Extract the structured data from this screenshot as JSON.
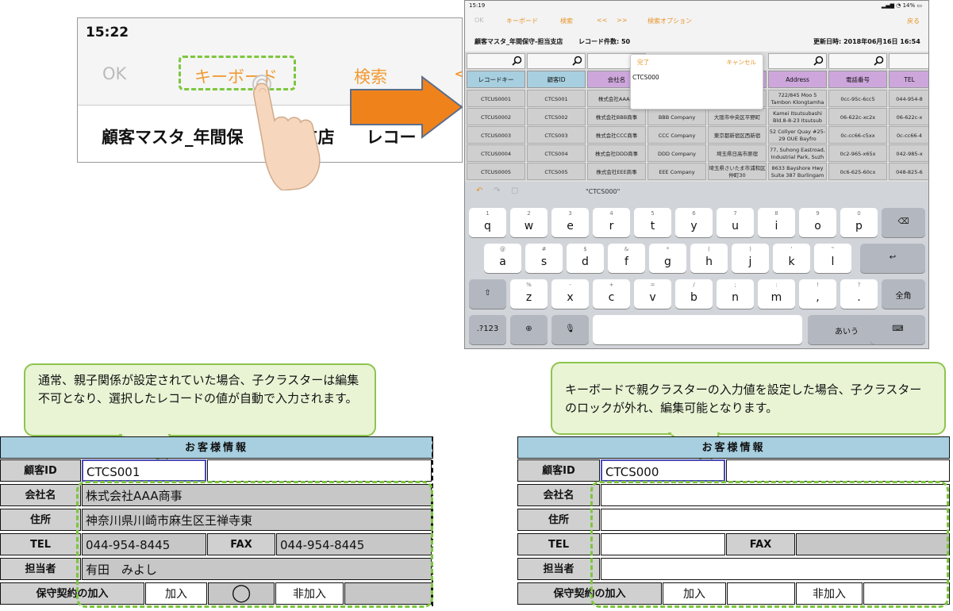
{
  "zoom": {
    "time": "15:22",
    "ok": "OK",
    "keyboard": "キーボード",
    "search": "検索",
    "partial_nav": "<",
    "title": "顧客マスタ_年間保",
    "title_tail": "当支店",
    "record_partial": "レコー"
  },
  "ipad": {
    "status_time": "15:19",
    "status_right": "14%",
    "nav": {
      "ok": "OK",
      "keyboard": "キーボード",
      "search": "検索",
      "prev": "<<",
      "next": ">>",
      "search_options": "検索オプション",
      "back": "戻る"
    },
    "header": {
      "title": "顧客マスタ_年間保守-担当支店",
      "record_count": "レコード件数: 50",
      "updated": "更新日時: 2018年06月16日 16:54"
    },
    "columns": [
      "レコードキー",
      "顧客ID",
      "会社名",
      "",
      "",
      "Address",
      "電話番号",
      "TEL"
    ],
    "rows": [
      [
        "CTCUS0001",
        "CTCS001",
        "株式会社AAA商",
        "",
        "",
        "722/845 Moo 5 Tambon Klongtamha",
        "0cc-95c-6cc5",
        "044-954-8"
      ],
      [
        "CTCUS0002",
        "CTCS002",
        "株式会社BBB商事",
        "BBB Company",
        "大阪市中央区平野町",
        "Kamei Itsutsubashi Bld.8-8-23 Itsutsub",
        "06-622c-xc2x",
        "06-622c-x"
      ],
      [
        "CTCUS0003",
        "CTCS003",
        "株式会社CCC商事",
        "CCC Company",
        "東京都新宿区西新宿",
        "52 Collyer Quay #25-29 OUE Bayfro",
        "0c-cc66-c5xx",
        "0c-cc66-4"
      ],
      [
        "CTCUS0004",
        "CTCS004",
        "株式会社DDD商事",
        "DDD Company",
        "埼玉県日高市原宿",
        "77, Suhong Eastroad, Industrial Park, Suzh",
        "0c2-965-x65x",
        "042-985-x"
      ],
      [
        "CTCUS0005",
        "CTCS005",
        "株式会社EEE商事",
        "EEE Company",
        "埼玉県さいたま市浦和区仲町30",
        "8633 Bayshore Hwy Suite 387 Burlingam",
        "0c6-625-60cx",
        "048-825-6"
      ]
    ],
    "popup": {
      "done": "完了",
      "cancel": "キャンセル",
      "value": "CTCS000"
    },
    "suggestion": "\"CTCS000\"",
    "keys": {
      "row1": [
        [
          "1",
          "q"
        ],
        [
          "2",
          "w"
        ],
        [
          "3",
          "e"
        ],
        [
          "4",
          "r"
        ],
        [
          "5",
          "t"
        ],
        [
          "6",
          "y"
        ],
        [
          "7",
          "u"
        ],
        [
          "8",
          "i"
        ],
        [
          "9",
          "o"
        ],
        [
          "0",
          "p"
        ]
      ],
      "row2": [
        [
          "@",
          "a"
        ],
        [
          "#",
          "s"
        ],
        [
          "$",
          "d"
        ],
        [
          "&",
          "f"
        ],
        [
          "*",
          "g"
        ],
        [
          "(",
          "h"
        ],
        [
          ")",
          "j"
        ],
        [
          "'",
          "k"
        ],
        [
          "\"",
          "l"
        ]
      ],
      "row3": [
        [
          "%",
          "z"
        ],
        [
          "-",
          "x"
        ],
        [
          "+",
          "c"
        ],
        [
          "=",
          "v"
        ],
        [
          "/",
          "b"
        ],
        [
          ";",
          "n"
        ],
        [
          ":",
          "m"
        ],
        [
          "!",
          ","
        ],
        [
          "?",
          "."
        ]
      ],
      "zenkaku": "全角",
      "num": ".?123",
      "kana": "あいう"
    }
  },
  "callout_left": {
    "text": "通常、親子関係が設定されていた場合、子クラスターは編集不可となり、選択したレコードの値が自動で入力されます。"
  },
  "callout_right": {
    "text": "キーボードで親クラスターの入力値を設定した場合、子クラスターのロックが外れ、編集可能となります。"
  },
  "form_left": {
    "heading": "お客様情報",
    "customer_id_label": "顧客ID",
    "customer_id": "CTCS001",
    "company_label": "会社名",
    "company": "株式会社AAA商事",
    "address_label": "住所",
    "address": "神奈川県川崎市麻生区王禅寺東",
    "tel_label": "TEL",
    "tel": "044-954-8445",
    "fax_label": "FAX",
    "fax": "044-954-8445",
    "person_label": "担当者",
    "person": "有田　みよし",
    "contract_label": "保守契約の加入",
    "join": "加入",
    "join_mark": "◯",
    "not_join": "非加入"
  },
  "form_right": {
    "heading": "お客様情報",
    "customer_id_label": "顧客ID",
    "customer_id": "CTCS000",
    "company_label": "会社名",
    "address_label": "住所",
    "tel_label": "TEL",
    "fax_label": "FAX",
    "person_label": "担当者",
    "contract_label": "保守契約の加入",
    "join": "加入",
    "not_join": "非加入"
  },
  "colors": {
    "accent_orange": "#f19a33",
    "green_dash": "#7dc63f",
    "header_blue": "#a7cfe0",
    "header_purple": "#cda7dc",
    "arrow": "#f0821c"
  }
}
